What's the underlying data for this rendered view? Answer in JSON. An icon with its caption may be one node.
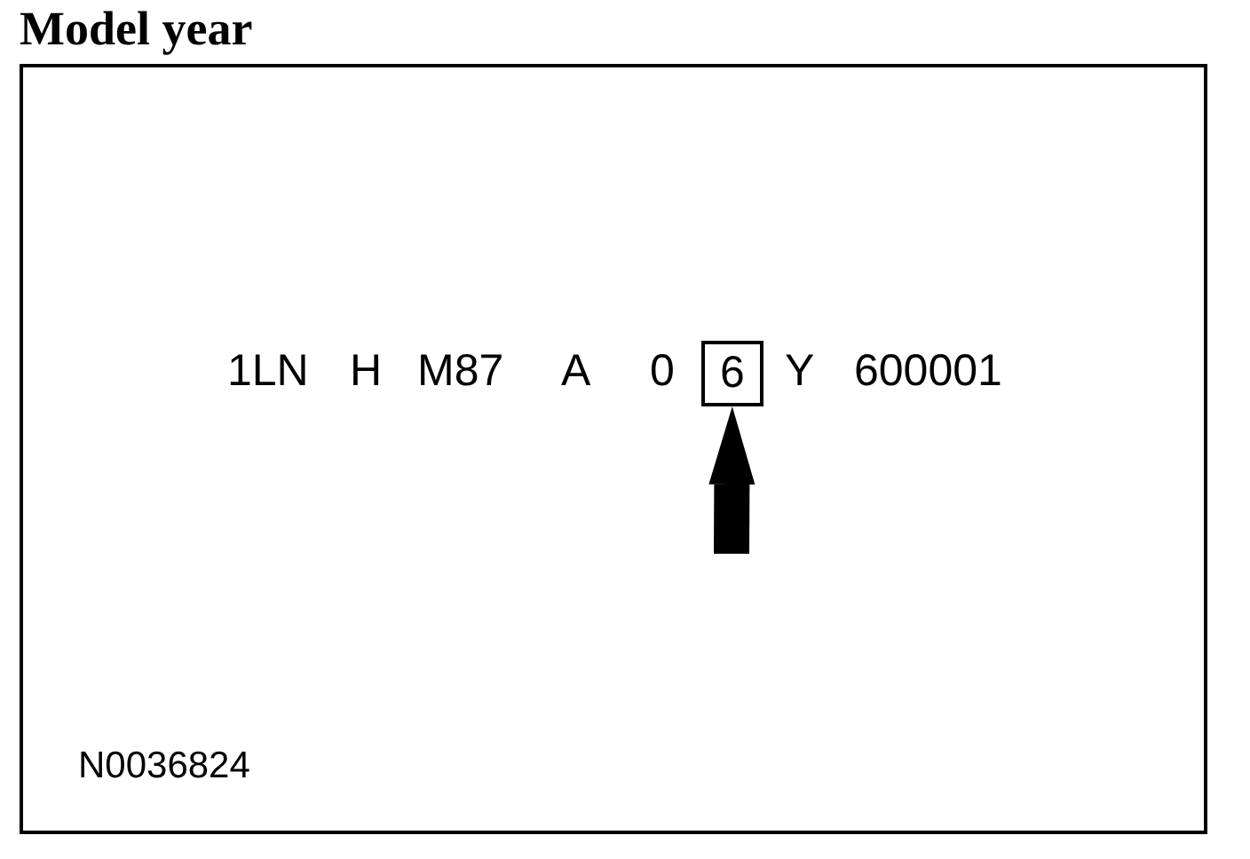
{
  "diagram": {
    "title": "Model year",
    "nodes": [
      {
        "text": [],
        "shape": "box"
      },
      {
        "text": [
          "6"
        ],
        "in": 0
      }
    ],
    "edges": [
      {
        "from": null,
        "to": 1,
        "arrow": "to"
      }
    ],
    "labels": [
      "1LN",
      "H",
      "M87",
      "A",
      "0",
      "Y",
      "600001",
      "N0036824"
    ]
  }
}
